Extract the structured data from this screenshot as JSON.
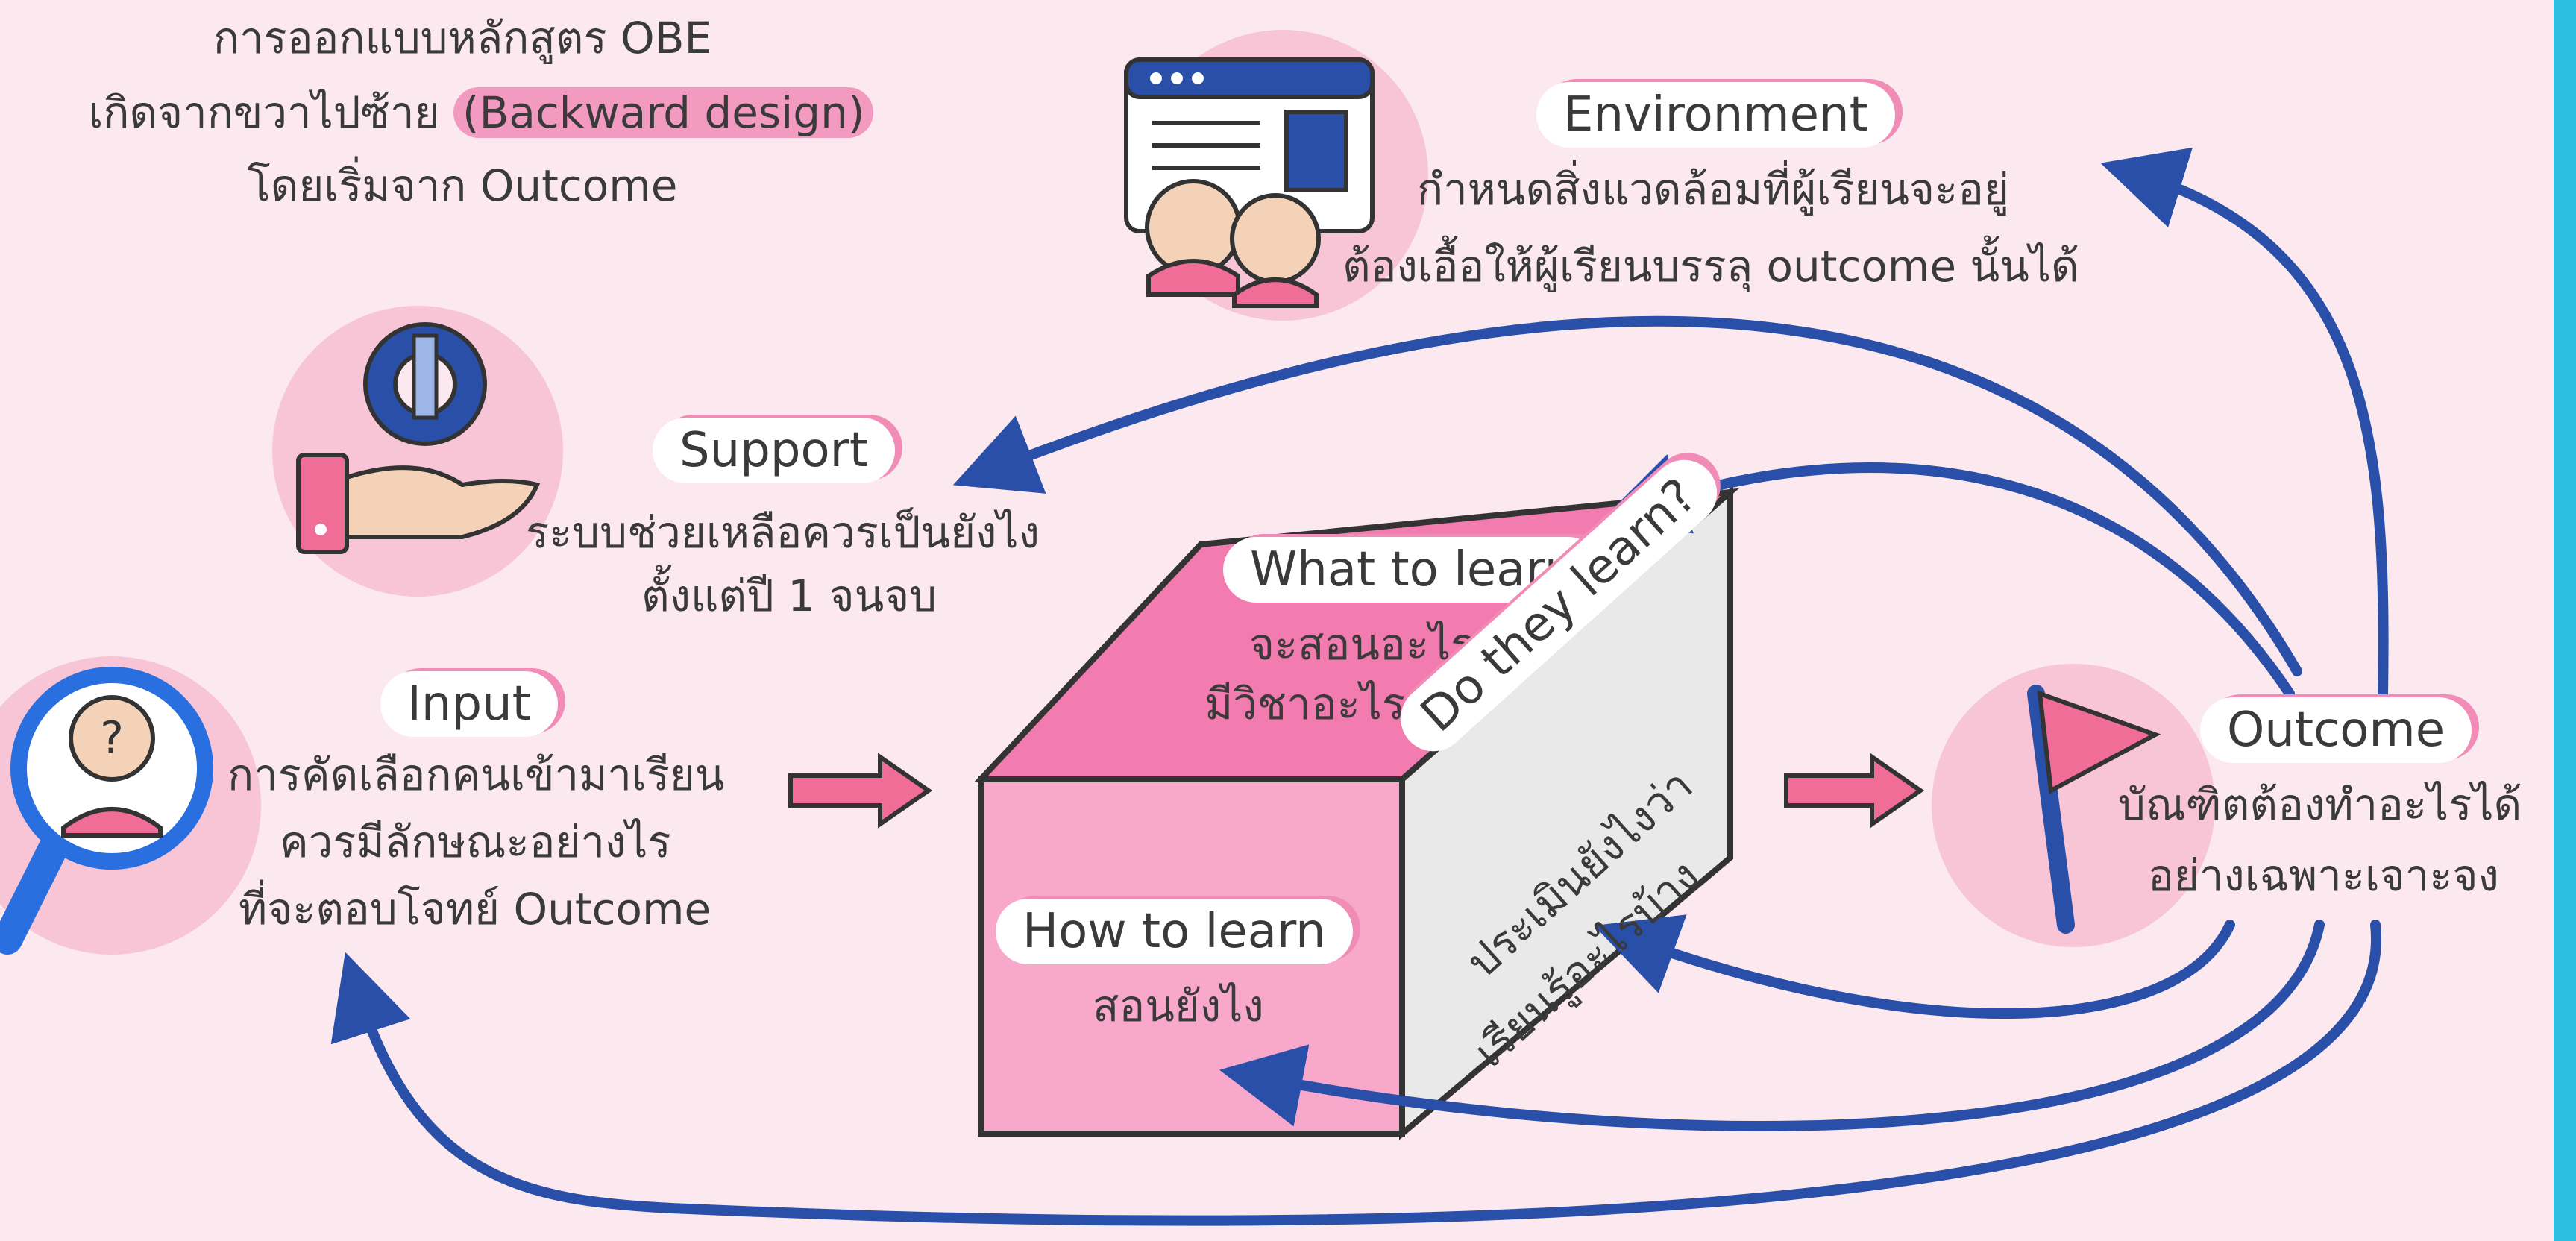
{
  "header": {
    "line1": "การออกแบบหลักสูตร OBE",
    "line2_prefix": "เกิดจากขวาไปซ้าย",
    "line2_highlight": "(Backward design)",
    "line3": "โดยเริ่มจาก Outcome"
  },
  "environment": {
    "label": "Environment",
    "desc1": "กำหนดสิ่งแวดล้อมที่ผู้เรียนจะอยู่",
    "desc2": "ต้องเอื้อให้ผู้เรียนบรรลุ outcome นั้นได้"
  },
  "support": {
    "label": "Support",
    "desc1": "ระบบช่วยเหลือควรเป็นยังไง",
    "desc2": "ตั้งแต่ปี 1 จนจบ"
  },
  "input": {
    "label": "Input",
    "desc1": "การคัดเลือกคนเข้ามาเรียน",
    "desc2": "ควรมีลักษณะอย่างไร",
    "desc3": "ที่จะตอบโจทย์ Outcome"
  },
  "box": {
    "top_label": "What to learn",
    "top_desc1": "จะสอนอะไร",
    "top_desc2": "มีวิชาอะไร",
    "front_label": "How to learn",
    "front_desc": "สอนยังไง",
    "side_label": "Do they learn?",
    "side_desc1": "ประเมินยังไงว่า",
    "side_desc2": "เรียนรู้อะไรบ้าง"
  },
  "outcome": {
    "label": "Outcome",
    "desc1": "บัณฑิตต้องทำอะไรได้",
    "desc2": "อย่างเฉพาะเจาะจง"
  },
  "colors": {
    "background": "#fbe9ef",
    "accent_pink": "#f08cb6",
    "arrow_blue": "#2a4fa8",
    "frame_cyan": "#2bbde2"
  }
}
